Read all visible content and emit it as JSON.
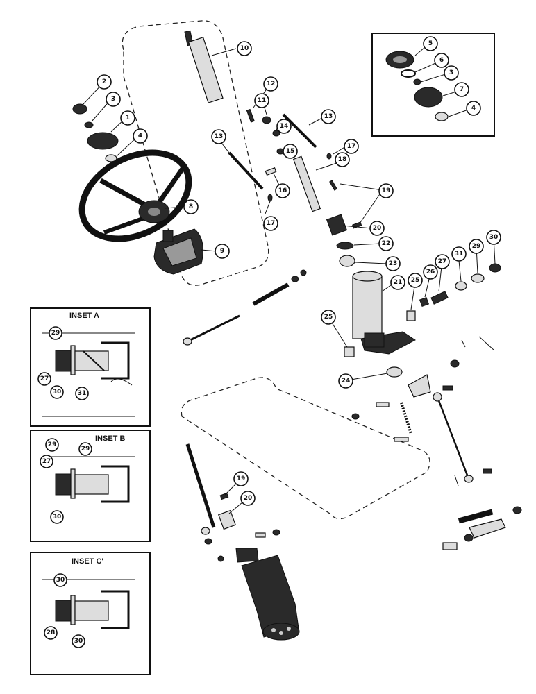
{
  "callouts": [
    {
      "id": "c10",
      "label": "10"
    },
    {
      "id": "c2",
      "label": "2"
    },
    {
      "id": "c3a",
      "label": "3"
    },
    {
      "id": "c1",
      "label": "1"
    },
    {
      "id": "c4a",
      "label": "4"
    },
    {
      "id": "c8",
      "label": "8"
    },
    {
      "id": "c9",
      "label": "9"
    },
    {
      "id": "c12",
      "label": "12"
    },
    {
      "id": "c11",
      "label": "11"
    },
    {
      "id": "c13a",
      "label": "13"
    },
    {
      "id": "c13b",
      "label": "13"
    },
    {
      "id": "c14",
      "label": "14"
    },
    {
      "id": "c15",
      "label": "15"
    },
    {
      "id": "c16",
      "label": "16"
    },
    {
      "id": "c17a",
      "label": "17"
    },
    {
      "id": "c17b",
      "label": "17"
    },
    {
      "id": "c18",
      "label": "18"
    },
    {
      "id": "c19a",
      "label": "19"
    },
    {
      "id": "c20a",
      "label": "20"
    },
    {
      "id": "c22",
      "label": "22"
    },
    {
      "id": "c23",
      "label": "23"
    },
    {
      "id": "c21",
      "label": "21"
    },
    {
      "id": "c25a",
      "label": "25"
    },
    {
      "id": "c25b",
      "label": "25"
    },
    {
      "id": "c26",
      "label": "26"
    },
    {
      "id": "c27",
      "label": "27"
    },
    {
      "id": "c31",
      "label": "31"
    },
    {
      "id": "c29",
      "label": "29"
    },
    {
      "id": "c30",
      "label": "30"
    },
    {
      "id": "c24",
      "label": "24"
    },
    {
      "id": "c5",
      "label": "5"
    },
    {
      "id": "c6",
      "label": "6"
    },
    {
      "id": "c3b",
      "label": "3"
    },
    {
      "id": "c7",
      "label": "7"
    },
    {
      "id": "c4b",
      "label": "4"
    },
    {
      "id": "c19b",
      "label": "19"
    },
    {
      "id": "c20b",
      "label": "20"
    }
  ],
  "insets": [
    {
      "title": "INSET A",
      "callouts": [
        "29",
        "27",
        "30",
        "31"
      ]
    },
    {
      "title": "INSET B",
      "callouts": [
        "29",
        "29",
        "27",
        "30"
      ]
    },
    {
      "title": "INSET C'",
      "callouts": [
        "30",
        "28",
        "30"
      ]
    }
  ]
}
